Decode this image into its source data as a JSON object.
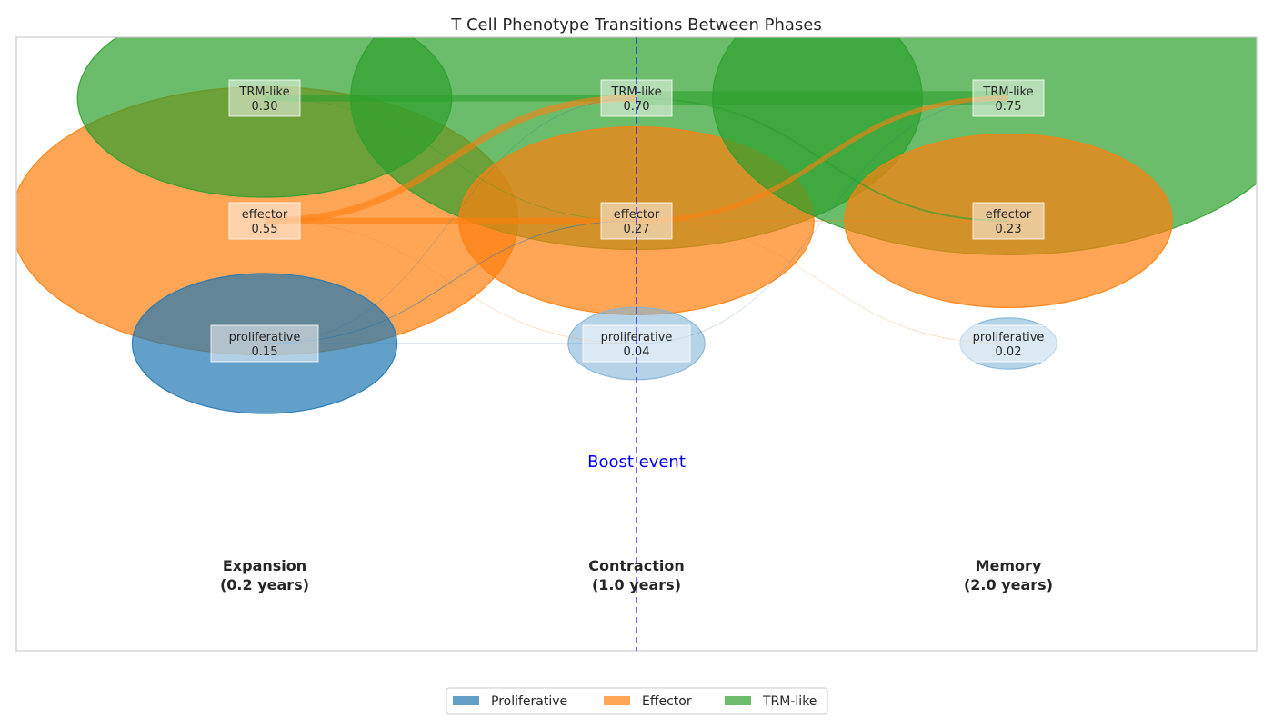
{
  "chart_data": {
    "type": "alluvial",
    "title": "T Cell Phenotype Transitions Between Phases",
    "phases": [
      {
        "name": "Expansion",
        "time": "(0.2 years)"
      },
      {
        "name": "Contraction",
        "time": "(1.0 years)"
      },
      {
        "name": "Memory",
        "time": "(2.0 years)"
      }
    ],
    "phenotypes": [
      {
        "key": "proliferative",
        "label": "proliferative",
        "legend": "Proliferative",
        "color": "#1f77b4"
      },
      {
        "key": "effector",
        "label": "effector",
        "legend": "Effector",
        "color": "#ff7f0e"
      },
      {
        "key": "trm",
        "label": "TRM-like",
        "legend": "TRM-like",
        "color": "#2ca02c"
      }
    ],
    "values": [
      {
        "proliferative": 0.15,
        "effector": 0.55,
        "trm": 0.3
      },
      {
        "proliferative": 0.04,
        "effector": 0.27,
        "trm": 0.7
      },
      {
        "proliferative": 0.02,
        "effector": 0.23,
        "trm": 0.75
      }
    ],
    "value_labels": [
      {
        "proliferative": "0.15",
        "effector": "0.55",
        "trm": "0.30"
      },
      {
        "proliferative": "0.04",
        "effector": "0.27",
        "trm": "0.70"
      },
      {
        "proliferative": "0.02",
        "effector": "0.23",
        "trm": "0.75"
      }
    ],
    "flows": [
      {
        "from_phase": 0,
        "from": "trm",
        "to": "trm",
        "value": 0.28
      },
      {
        "from_phase": 0,
        "from": "trm",
        "to": "effector",
        "value": 0.02
      },
      {
        "from_phase": 0,
        "from": "effector",
        "to": "effector",
        "value": 0.25
      },
      {
        "from_phase": 0,
        "from": "effector",
        "to": "trm",
        "value": 0.28
      },
      {
        "from_phase": 0,
        "from": "effector",
        "to": "proliferative",
        "value": 0.005
      },
      {
        "from_phase": 0,
        "from": "proliferative",
        "to": "proliferative",
        "value": 0.02
      },
      {
        "from_phase": 0,
        "from": "proliferative",
        "to": "effector",
        "value": 0.03
      },
      {
        "from_phase": 0,
        "from": "proliferative",
        "to": "trm",
        "value": 0.005
      },
      {
        "from_phase": 1,
        "from": "trm",
        "to": "trm",
        "value": 0.6
      },
      {
        "from_phase": 1,
        "from": "trm",
        "to": "effector",
        "value": 0.07
      },
      {
        "from_phase": 1,
        "from": "effector",
        "to": "effector",
        "value": 0.03
      },
      {
        "from_phase": 1,
        "from": "effector",
        "to": "trm",
        "value": 0.2
      },
      {
        "from_phase": 1,
        "from": "effector",
        "to": "proliferative",
        "value": 0.003
      },
      {
        "from_phase": 1,
        "from": "proliferative",
        "to": "trm",
        "value": 0.005
      }
    ],
    "annotation": "Boost event",
    "annotation_color": "#0000ff",
    "legend_position": "bottom-center"
  }
}
